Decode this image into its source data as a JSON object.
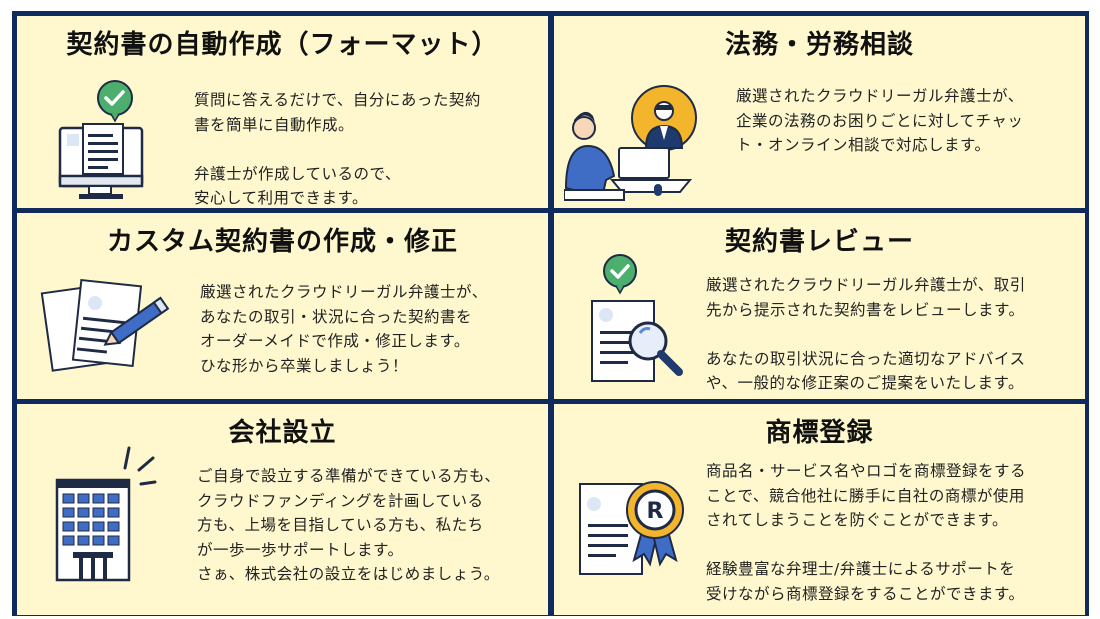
{
  "cards": [
    {
      "title": "契約書の自動作成（フォーマット）",
      "desc": "質問に答えるだけで、自分にあった契約\n書を簡単に自動作成。\n\n弁護士が作成しているので、\n安心して利用できます。",
      "icon": "computer-document-check-icon"
    },
    {
      "title": "法務・労務相談",
      "desc": "厳選されたクラウドリーガル弁護士が、\n企業の法務のお困りごとに対してチャッ\nト・オンライン相談で対応します。",
      "icon": "online-consultation-icon"
    },
    {
      "title": "カスタム契約書の作成・修正",
      "desc": "厳選されたクラウドリーガル弁護士が、\nあなたの取引・状況に合った契約書を\nオーダーメイドで作成・修正します。\nひな形から卒業しましょう！",
      "icon": "documents-pen-icon"
    },
    {
      "title": "契約書レビュー",
      "desc": "厳選されたクラウドリーガル弁護士が、取引\n先から提示された契約書をレビューします。\n\nあなたの取引状況に合った適切なアドバイス\nや、一般的な修正案のご提案をいたします。",
      "icon": "document-magnifier-icon"
    },
    {
      "title": "会社設立",
      "desc": "ご自身で設立する準備ができている方も、\nクラウドファンディングを計画している\n方も、上場を目指している方も、私たち\nが一歩一歩サポートします。\nさぁ、株式会社の設立をはじめましょう。",
      "icon": "building-icon"
    },
    {
      "title": "商標登録",
      "desc": "商品名・サービス名やロゴを商標登録をする\nことで、競合他社に勝手に自社の商標が使用\nされてしまうことを防ぐことができます。\n\n経験豊富な弁理士/弁護士によるサポートを\n受けながら商標登録をすることができます。",
      "icon": "trademark-badge-icon"
    }
  ],
  "colors": {
    "frame": "#0f2a5c",
    "card_bg": "#fff8cf",
    "accent_green": "#4caf6e",
    "accent_navy": "#1f3a6e",
    "accent_blue": "#5b8bd6"
  }
}
